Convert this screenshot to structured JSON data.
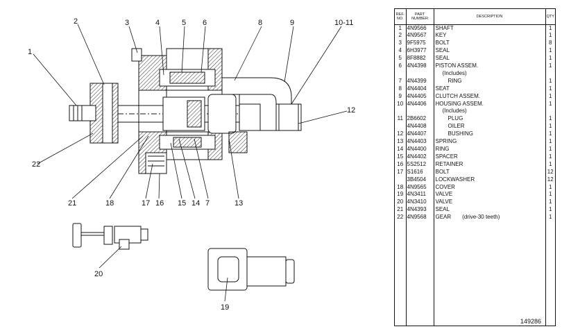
{
  "drawing": {
    "callouts": [
      "1",
      "2",
      "3",
      "4",
      "5",
      "6",
      "8",
      "9",
      "10-11",
      "12",
      "22",
      "21",
      "18",
      "17",
      "16",
      "15",
      "14",
      "7",
      "13",
      "20",
      "19"
    ]
  },
  "table": {
    "headers": {
      "ref": "REF. NO.",
      "part": "PART NUMBER",
      "desc": "DESCRIPTION",
      "qty": "QTY"
    },
    "rows": [
      {
        "ref": "1",
        "part": "4N9566",
        "desc": "SHAFT",
        "qty": "1"
      },
      {
        "ref": "2",
        "part": "4N9567",
        "desc": "KEY",
        "qty": "1"
      },
      {
        "ref": "3",
        "part": "9F5975",
        "desc": "BOLT",
        "qty": "8"
      },
      {
        "ref": "4",
        "part": "6H3977",
        "desc": "SEAL",
        "qty": "1"
      },
      {
        "ref": "5",
        "part": "8F8882",
        "desc": "SEAL",
        "qty": "1"
      },
      {
        "ref": "6",
        "part": "4N4398",
        "desc": "PISTON ASSEM.",
        "qty": "1"
      },
      {
        "ref": "",
        "part": "",
        "desc": "(Includes)",
        "qty": ""
      },
      {
        "ref": "7",
        "part": "4N4399",
        "desc": "RING",
        "qty": "1"
      },
      {
        "ref": "8",
        "part": "4N4404",
        "desc": "SEAT",
        "qty": "1"
      },
      {
        "ref": "9",
        "part": "4N4405",
        "desc": "CLUTCH ASSEM.",
        "qty": "1"
      },
      {
        "ref": "10",
        "part": "4N4406",
        "desc": "HOUSING ASSEM.",
        "qty": "1"
      },
      {
        "ref": "",
        "part": "",
        "desc": "(Includes)",
        "qty": ""
      },
      {
        "ref": "11",
        "part": "2B6602",
        "desc": "PLUG",
        "qty": "1"
      },
      {
        "ref": "",
        "part": "4N4408",
        "desc": "OILER",
        "qty": "1"
      },
      {
        "ref": "12",
        "part": "4N4407",
        "desc": "BUSHING",
        "qty": "1"
      },
      {
        "ref": "13",
        "part": "4N4403",
        "desc": "SPRING",
        "qty": "1"
      },
      {
        "ref": "14",
        "part": "4N4400",
        "desc": "RING",
        "qty": "1"
      },
      {
        "ref": "15",
        "part": "4N4402",
        "desc": "SPACER",
        "qty": "1"
      },
      {
        "ref": "16",
        "part": "5S2512",
        "desc": "RETAINER",
        "qty": "1"
      },
      {
        "ref": "17",
        "part": "S1616",
        "desc": "BOLT",
        "qty": "12"
      },
      {
        "ref": "",
        "part": "3B4504",
        "desc": "LOCKWASHER",
        "qty": "12"
      },
      {
        "ref": "18",
        "part": "4N9565",
        "desc": "COVER",
        "qty": "1"
      },
      {
        "ref": "19",
        "part": "4N3411",
        "desc": "VALVE",
        "qty": "1"
      },
      {
        "ref": "20",
        "part": "4N3410",
        "desc": "VALVE",
        "qty": "1"
      },
      {
        "ref": "21",
        "part": "4N4393",
        "desc": "SEAL",
        "qty": "1"
      },
      {
        "ref": "22",
        "part": "4N9568",
        "desc": "GEAR",
        "note": "(drive-30 teeth)",
        "qty": "1"
      }
    ]
  },
  "plate_number": "149286"
}
